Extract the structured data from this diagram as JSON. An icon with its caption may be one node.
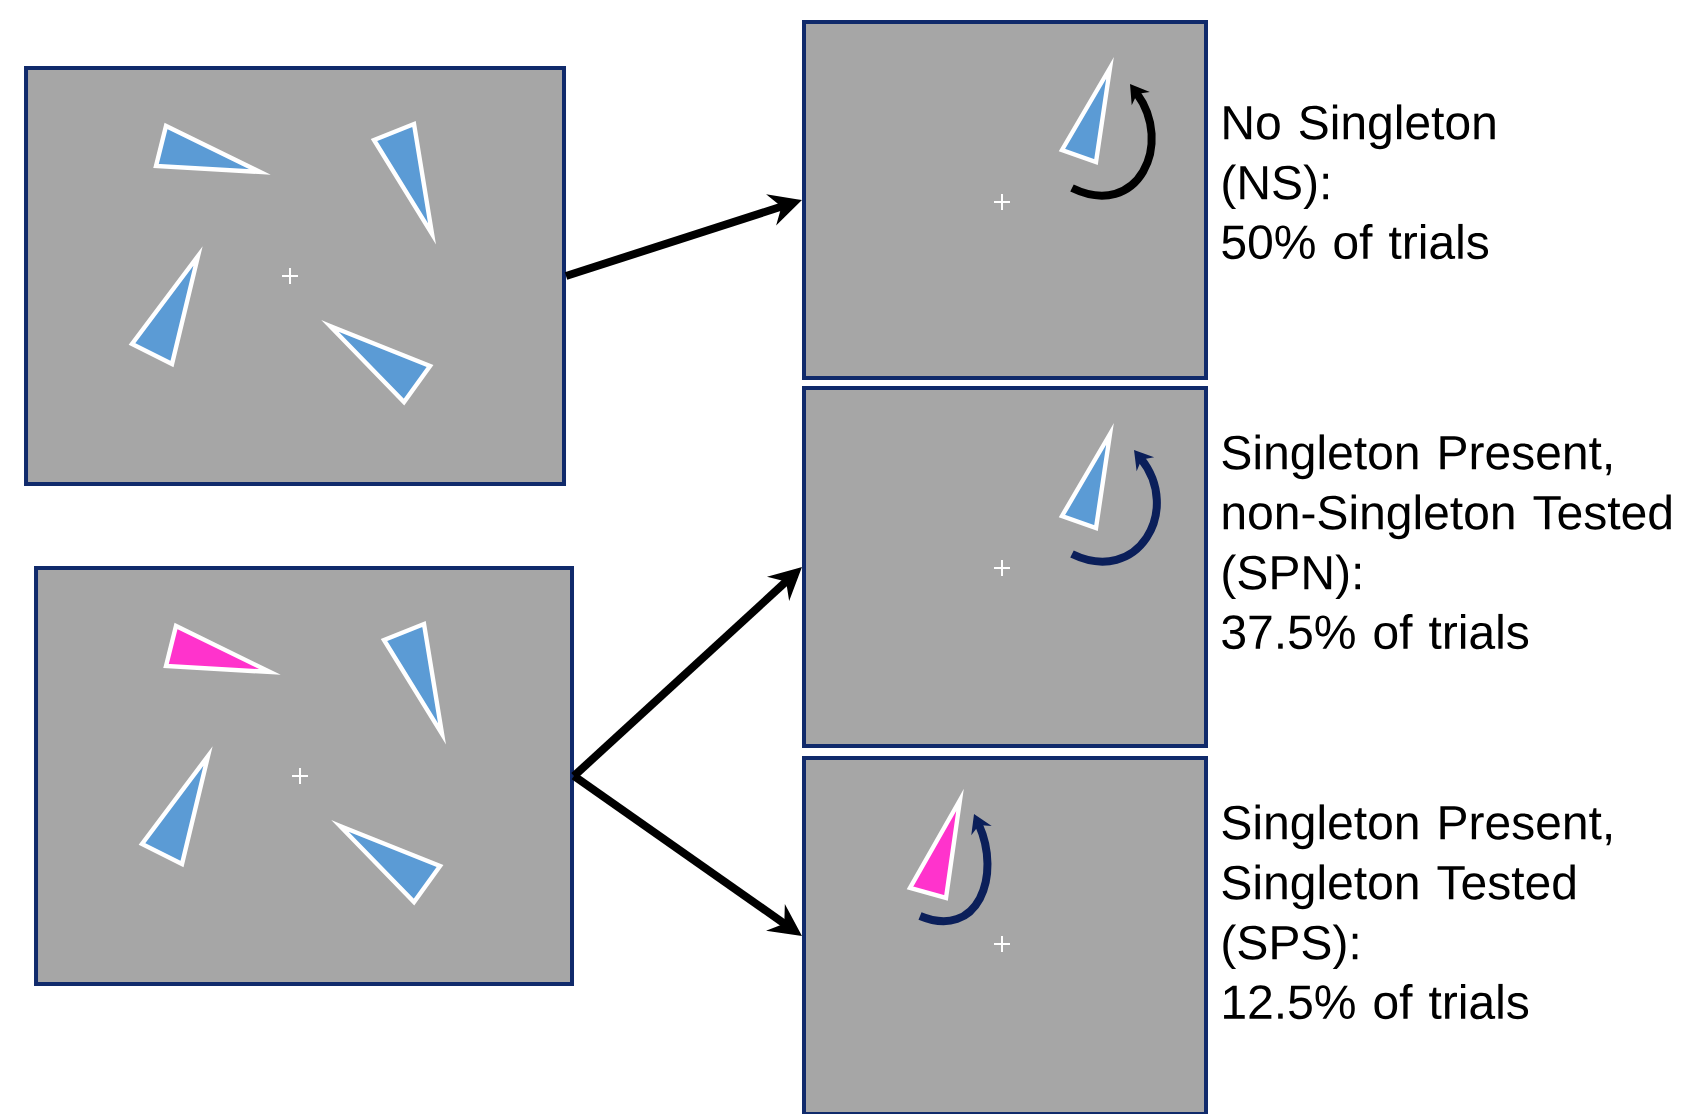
{
  "diagram": {
    "nodes": [
      {
        "text": [],
        "shape": "box"
      },
      {
        "text": [],
        "shape": "box"
      },
      {
        "text": [],
        "shape": "box",
        "beside": [
          "No Singleton (NS):",
          "50% of trials"
        ]
      },
      {
        "text": [],
        "shape": "box",
        "beside": [
          "Singleton Present, non-Singleton Tested (SPN):",
          "37.5% of trials"
        ]
      },
      {
        "text": [],
        "shape": "box",
        "beside": [
          "Singleton Present, Singleton Tested (SPS):",
          "12.5% of trials"
        ]
      }
    ],
    "edges": [
      {
        "from": 0,
        "to": 2,
        "arrow": "to"
      },
      {
        "from": 1,
        "to": 3,
        "arrow": "to"
      },
      {
        "from": 1,
        "to": 4,
        "arrow": "to"
      }
    ]
  }
}
